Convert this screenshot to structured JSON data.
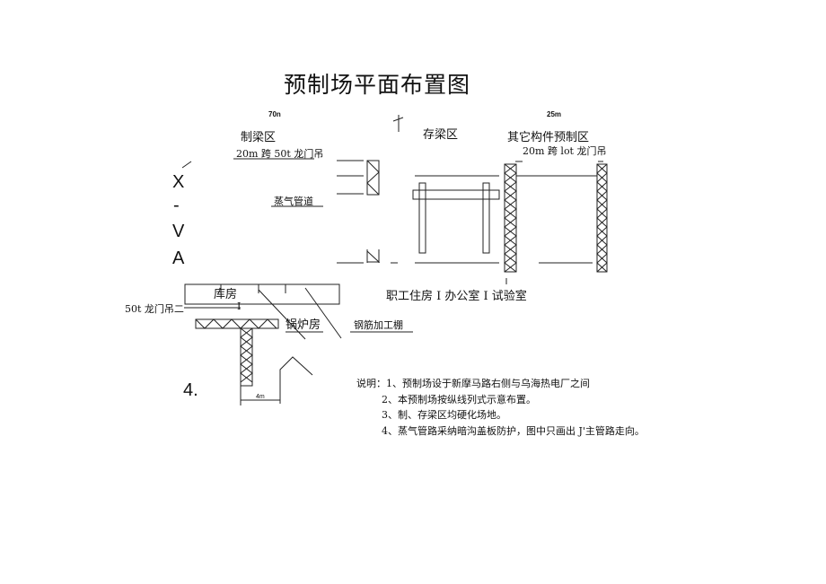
{
  "title": "预制场平面布置图",
  "dimensions": {
    "left": "70n",
    "right": "25m"
  },
  "zones": {
    "beam_making": "制梁区",
    "beam_storage": "存梁区",
    "other_components": "其它构件预制区",
    "steam_pipe": "蒸气管道",
    "warehouse": "库房",
    "boiler_room": "锅炉房",
    "rebar_shed": "钢筋加工棚",
    "staff_offices": "职工住房 I 办公室 I 试验室"
  },
  "cranes": {
    "gantry_20m_50t": "20m 跨 50t 龙门吊",
    "gantry_20m_10t": "20m 跨 lot 龙门吊",
    "gantry_50t": "50t 龙门吊二"
  },
  "marks": {
    "vertical_letters": [
      "X",
      "-",
      "V",
      "A"
    ],
    "small_i": "I",
    "bottom_left": "4.",
    "width_4m": "4m"
  },
  "notes": [
    "说明：1、预制场设于新摩马路右侧与乌海热电厂之间",
    "2、本预制场按纵线列式示意布置。",
    "3、制、存梁区均硬化场地。",
    "4、蒸气管路采纳暗沟盖板防护，图中只画出 J'主管路走向。"
  ]
}
